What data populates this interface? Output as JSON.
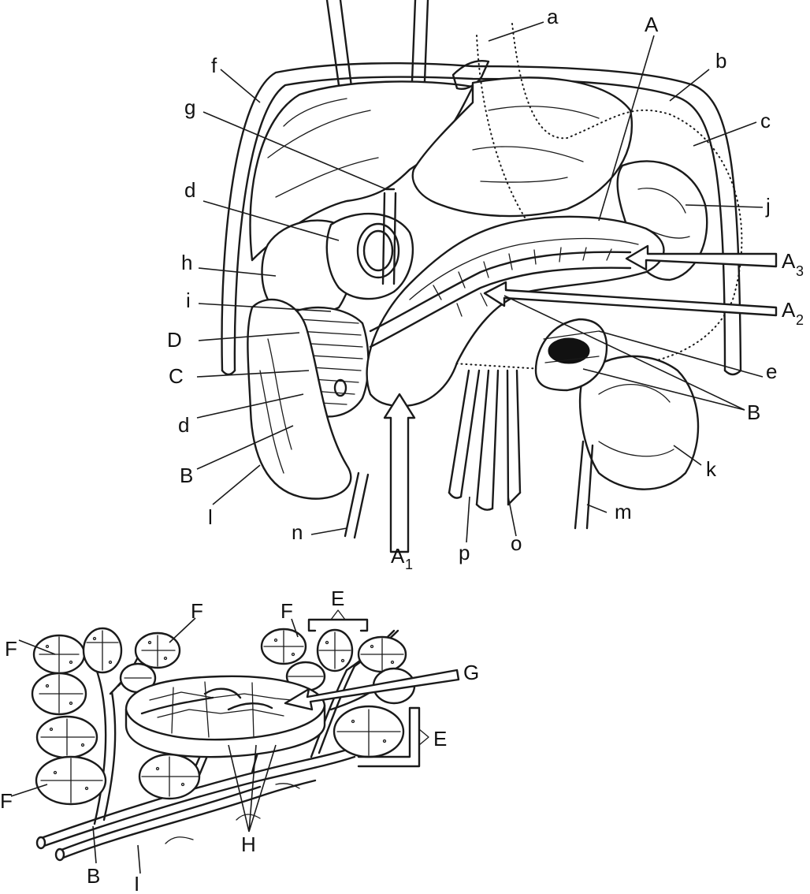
{
  "labels": {
    "a": "a",
    "b": "b",
    "c": "c",
    "d_upper": "d",
    "d_lower": "d",
    "e": "e",
    "f": "f",
    "g": "g",
    "h": "h",
    "i": "i",
    "j": "j",
    "k": "k",
    "l": "l",
    "m": "m",
    "n": "n",
    "o": "o",
    "p": "p",
    "A": "A",
    "A1": "A",
    "A1_sub": "1",
    "A2": "A",
    "A2_sub": "2",
    "A3": "A",
    "A3_sub": "3",
    "B_left": "B",
    "B_right": "B",
    "C": "C",
    "D": "D",
    "E_top": "E",
    "E_right": "E",
    "F_top_left": "F",
    "F_far_left": "F",
    "F_bottom_left": "F",
    "F_top_center": "F",
    "G": "G",
    "H": "H",
    "B_bottom": "B",
    "I": "I"
  }
}
